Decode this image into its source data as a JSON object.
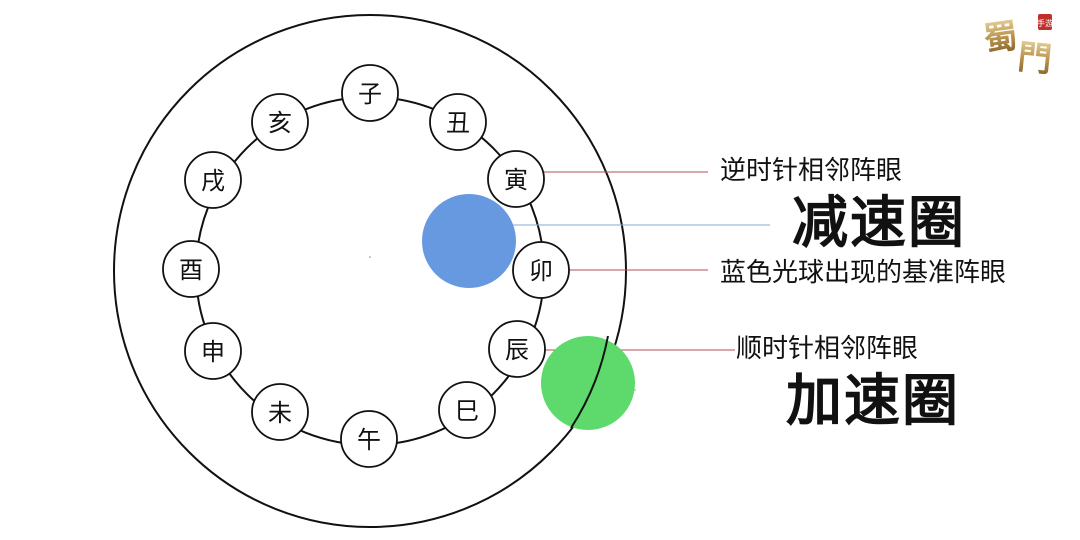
{
  "diagram": {
    "branches": [
      "子",
      "丑",
      "寅",
      "卯",
      "辰",
      "巳",
      "午",
      "未",
      "申",
      "酉",
      "戌",
      "亥"
    ],
    "labels": {
      "ccw_adjacent": "逆时针相邻阵眼",
      "slow_circle": "减速圈",
      "base_eye": "蓝色光球出现的基准阵眼",
      "cw_adjacent": "顺时针相邻阵眼",
      "speed_circle": "加速圈"
    },
    "colors": {
      "blue_orb": "#6699e0",
      "green_orb": "#5ed96b",
      "red_leader": "#b05050",
      "blue_leader": "#8aaad0",
      "stroke": "#111111"
    },
    "logo": {
      "text": "蜀門",
      "seal": "手游"
    }
  }
}
